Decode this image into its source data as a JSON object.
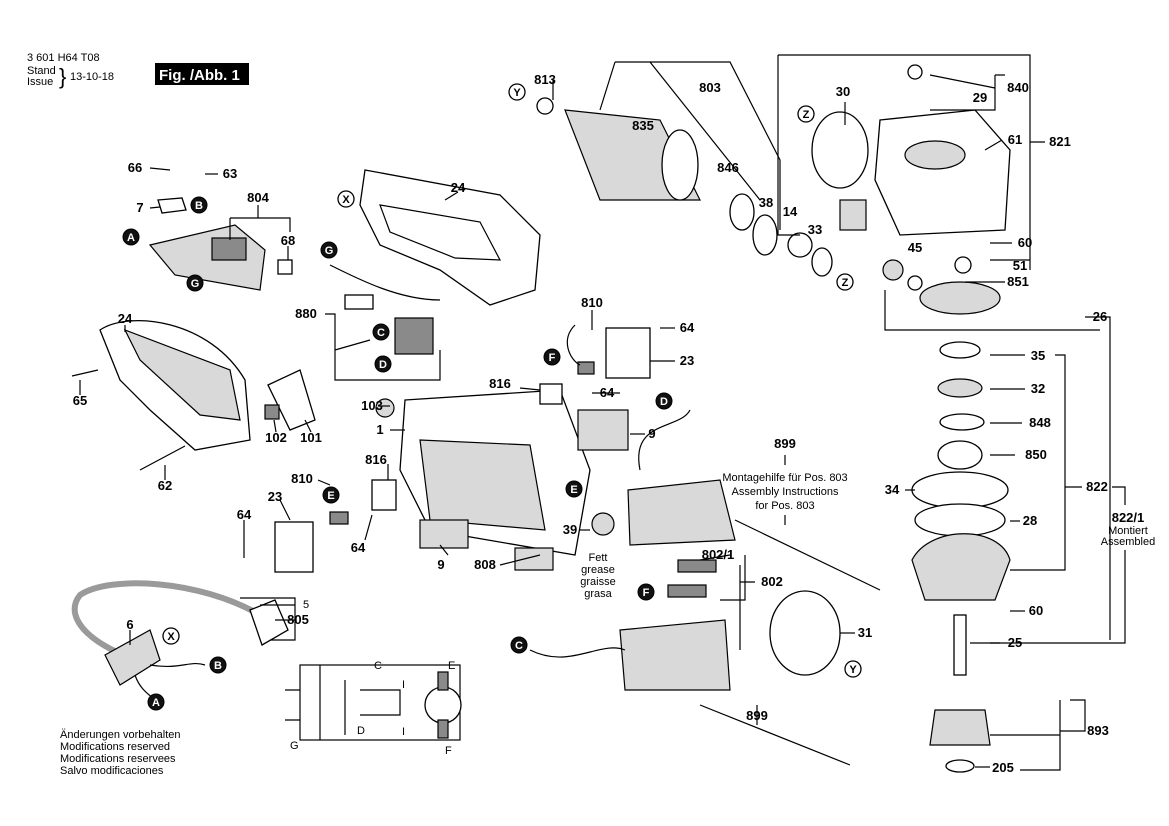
{
  "header": {
    "doc_number": "3 601 H64 T08",
    "stand": "Stand",
    "issue": "Issue",
    "date": "13-10-18",
    "figure": "Fig. /Abb. 1"
  },
  "footer_notes": [
    "Änderungen vorbehalten",
    "Modifications reserved",
    "Modifications reservees",
    "Salvo modificaciones"
  ],
  "assembly_note": {
    "number": "899",
    "lines": [
      "Montagehilfe für Pos. 803",
      "Assembly Instructions",
      "for Pos. 803"
    ]
  },
  "grease_note": [
    "Fett",
    "grease",
    "graisse",
    "grasa"
  ],
  "assembled_note": {
    "number": "822/1",
    "lines": [
      "Montiert",
      "Assembled"
    ]
  },
  "part_numbers": {
    "p813": "813",
    "p803": "803",
    "p30": "30",
    "p840": "840",
    "p29": "29",
    "p835": "835",
    "p61": "61",
    "p821": "821",
    "p846": "846",
    "p38": "38",
    "p14": "14",
    "p33": "33",
    "p60a": "60",
    "p51": "51",
    "p851": "851",
    "p45": "45",
    "p26": "26",
    "p35": "35",
    "p32": "32",
    "p848": "848",
    "p850": "850",
    "p822": "822",
    "p34": "34",
    "p28": "28",
    "p60b": "60",
    "p25": "25",
    "p893": "893",
    "p205": "205",
    "p31": "31",
    "p802": "802",
    "p802_1": "802/1",
    "p899b": "899",
    "p810a": "810",
    "p64a": "64",
    "p23a": "23",
    "p816a": "816",
    "p64b": "64",
    "p9a": "9",
    "p39": "39",
    "p808": "808",
    "p9b": "9",
    "p810b": "810",
    "p816b": "816",
    "p23b": "23",
    "p64c": "64",
    "p64d": "64",
    "p1": "1",
    "p103": "103",
    "p24a": "24",
    "p65": "65",
    "p102": "102",
    "p101": "101",
    "p62": "62",
    "p880": "880",
    "p24b": "24",
    "p66": "66",
    "p63": "63",
    "p804": "804",
    "p68": "68",
    "p7": "7",
    "p5": "5",
    "p805": "805",
    "p6": "6"
  },
  "connection_markers": [
    "A",
    "B",
    "G",
    "G",
    "C",
    "D",
    "X",
    "Y",
    "Z",
    "Z",
    "E",
    "E",
    "F",
    "F",
    "C",
    "D",
    "X",
    "Y",
    "B",
    "A"
  ],
  "schematic_labels": [
    "C",
    "E",
    "G",
    "D",
    "I",
    "I",
    "F"
  ]
}
